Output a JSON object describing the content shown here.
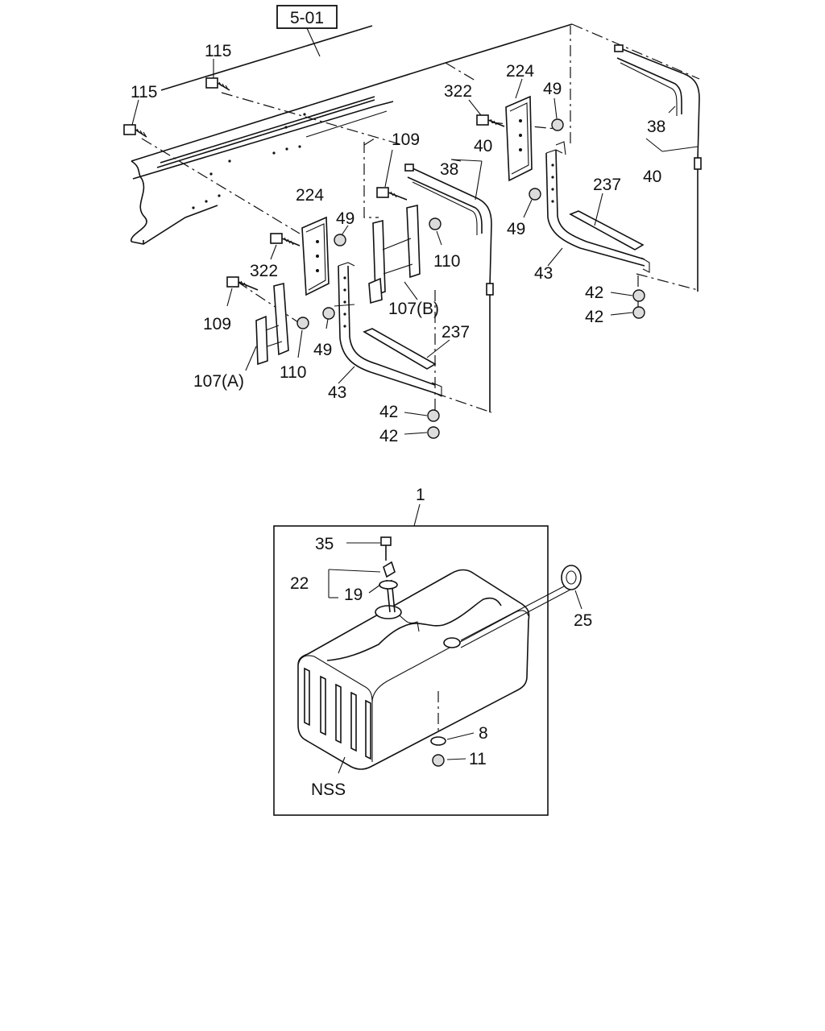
{
  "ref_box": "5-01",
  "labels": {
    "l115a": "115",
    "l115b": "115",
    "l322a": "322",
    "l224a": "224",
    "l49a": "49",
    "l109a": "109",
    "l40a": "40",
    "l38a": "38",
    "l110a": "110",
    "l107b": "107(B)",
    "l224b": "224",
    "l49b": "49",
    "l322b": "322",
    "l109b": "109",
    "l107a": "107(A)",
    "l110b": "110",
    "l49c": "49",
    "l237a": "237",
    "l43a": "43",
    "l42a": "42",
    "l42b": "42",
    "l38b": "38",
    "l40b": "40",
    "l237b": "237",
    "l49d": "49",
    "l43b": "43",
    "l42c": "42",
    "l42d": "42",
    "l1": "1",
    "l35": "35",
    "l22": "22",
    "l19": "19",
    "l25": "25",
    "l8": "8",
    "l11": "11",
    "lnss": "NSS"
  }
}
